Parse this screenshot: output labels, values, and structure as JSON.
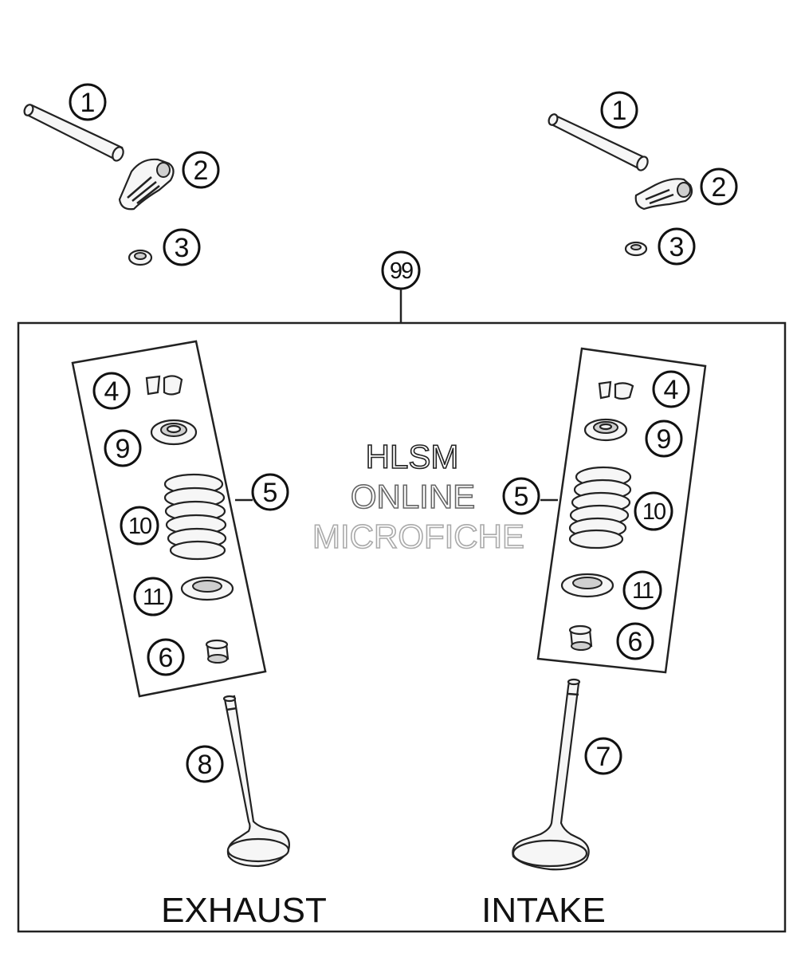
{
  "callouts": {
    "exhaust_rocker_shaft": "1",
    "exhaust_rocker_arm": "2",
    "exhaust_washer": "3",
    "intake_rocker_shaft": "1",
    "intake_rocker_arm": "2",
    "intake_washer": "3",
    "kit": "99",
    "exhaust_valve_keeper": "4",
    "exhaust_spring_retainer": "9",
    "exhaust_spring_set": "5",
    "exhaust_valve_spring": "10",
    "exhaust_spring_seat": "11",
    "exhaust_stem_seal": "6",
    "exhaust_valve": "8",
    "intake_valve_keeper": "4",
    "intake_spring_retainer": "9",
    "intake_spring_set": "5",
    "intake_valve_spring": "10",
    "intake_spring_seat": "11",
    "intake_stem_seal": "6",
    "intake_valve": "7"
  },
  "labels": {
    "exhaust": "EXHAUST",
    "intake": "INTAKE"
  },
  "watermark": {
    "line1": "HLSM",
    "line2": "ONLINE",
    "line3": "MICROFICHE",
    "color1": "#222222",
    "color2": "#666666",
    "color3": "#aaaaaa"
  }
}
